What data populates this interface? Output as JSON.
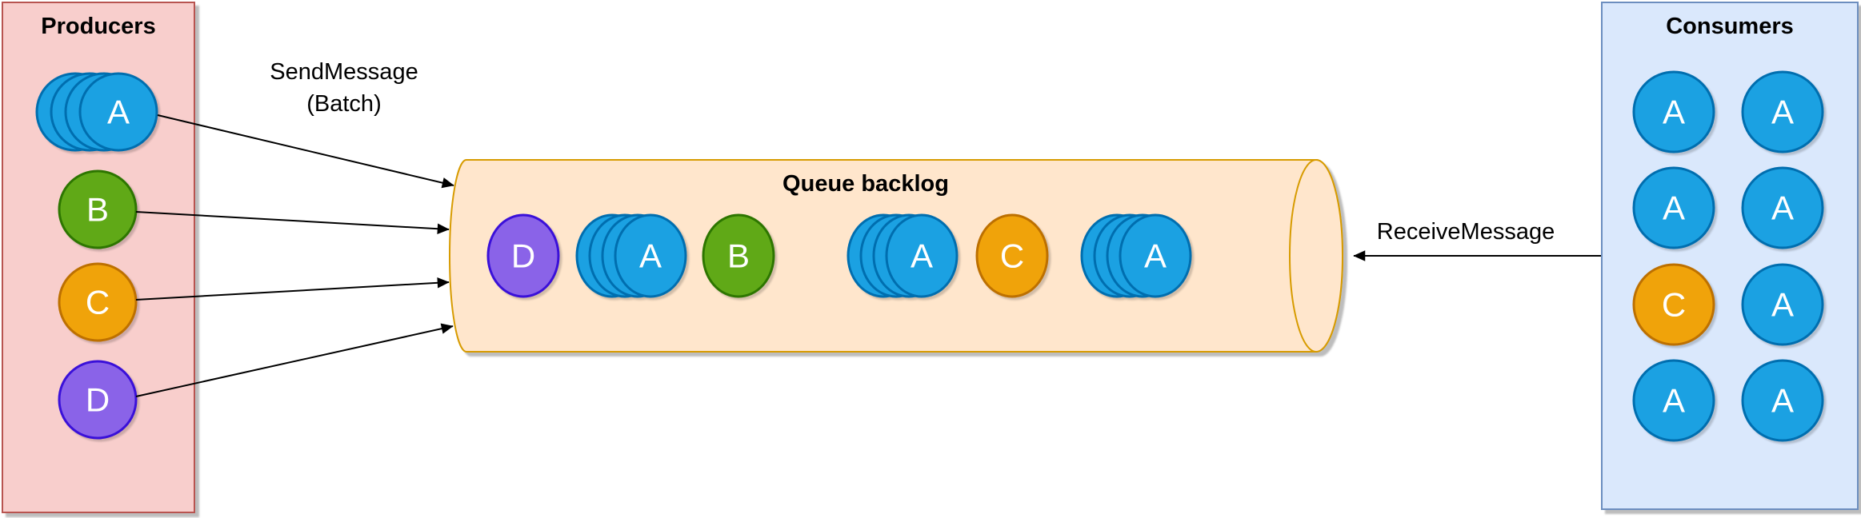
{
  "producers": {
    "title": "Producers",
    "items": [
      {
        "label": "A",
        "color": "blue",
        "stacked": true
      },
      {
        "label": "B",
        "color": "green",
        "stacked": false
      },
      {
        "label": "C",
        "color": "orange",
        "stacked": false
      },
      {
        "label": "D",
        "color": "purple",
        "stacked": false
      }
    ]
  },
  "queue": {
    "title": "Queue backlog",
    "items": [
      {
        "label": "D",
        "color": "purple",
        "stacked": false
      },
      {
        "label": "A",
        "color": "blue",
        "stacked": true
      },
      {
        "label": "B",
        "color": "green",
        "stacked": false
      },
      {
        "label": "A",
        "color": "blue",
        "stacked": true
      },
      {
        "label": "C",
        "color": "orange",
        "stacked": false
      },
      {
        "label": "A",
        "color": "blue",
        "stacked": true
      }
    ]
  },
  "consumers": {
    "title": "Consumers",
    "items": [
      {
        "label": "A",
        "color": "blue"
      },
      {
        "label": "A",
        "color": "blue"
      },
      {
        "label": "A",
        "color": "blue"
      },
      {
        "label": "A",
        "color": "blue"
      },
      {
        "label": "C",
        "color": "orange"
      },
      {
        "label": "A",
        "color": "blue"
      },
      {
        "label": "A",
        "color": "blue"
      },
      {
        "label": "A",
        "color": "blue"
      }
    ]
  },
  "arrows": {
    "send_line1": "SendMessage",
    "send_line2": "(Batch)",
    "receive": "ReceiveMessage"
  },
  "colors": {
    "blue": {
      "fill": "#1ba1e2",
      "stroke": "#006eaf"
    },
    "green": {
      "fill": "#60a917",
      "stroke": "#2d7600"
    },
    "orange": {
      "fill": "#f0a30a",
      "stroke": "#bd7000"
    },
    "purple": {
      "fill": "#8a63e8",
      "stroke": "#3a10d9"
    },
    "producers_box": {
      "fill": "#f8cecc",
      "stroke": "#b85450"
    },
    "consumers_box": {
      "fill": "#dae8fc",
      "stroke": "#6c8ebf"
    },
    "queue_box": {
      "fill": "#ffe6cc",
      "stroke": "#d79b00"
    },
    "arrow": "#000000",
    "title_text": "#000000",
    "item_text": "#ffffff"
  }
}
